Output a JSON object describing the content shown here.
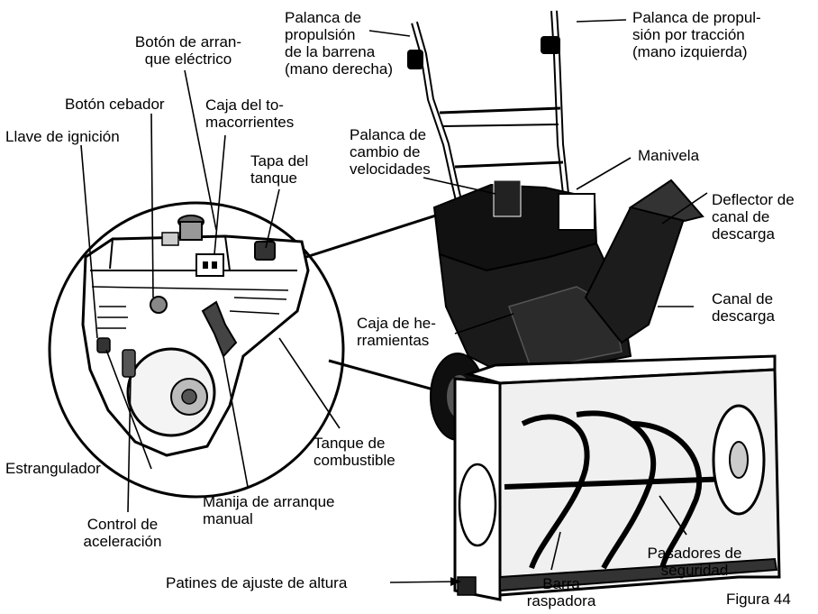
{
  "labels": {
    "auger_lever": "Palanca de\npropulsión\nde la barrena\n(mano derecha)",
    "drive_lever": "Palanca de propul-\nsión por tracción\n(mano izquierda)",
    "electric_start_button": "Botón de arran-\nque eléctrico",
    "primer_button": "Botón cebador",
    "outlet_box": "Caja del to-\nmacorrientes",
    "ignition_key": "Llave de ignición",
    "fuel_cap": "Tapa del\ntanque",
    "shift_lever": "Palanca de\ncambio de\nvelocidades",
    "crank": "Manivela",
    "chute_deflector": "Deflector de\ncanal de\ndescarga",
    "discharge_chute": "Canal de\ndescarga",
    "tool_box": "Caja de he-\nrramientas",
    "choke": "Estrangulador",
    "fuel_tank": "Tanque de\ncombustible",
    "recoil_starter": "Manija de arranque\nmanual",
    "throttle": "Control de\naceleración",
    "skid_shoes": "Patines de ajuste de altura",
    "shear_pins": "Pasadores de\nseguridad",
    "scraper_bar": "Barra\nraspadora",
    "figure": "Figura 44"
  }
}
